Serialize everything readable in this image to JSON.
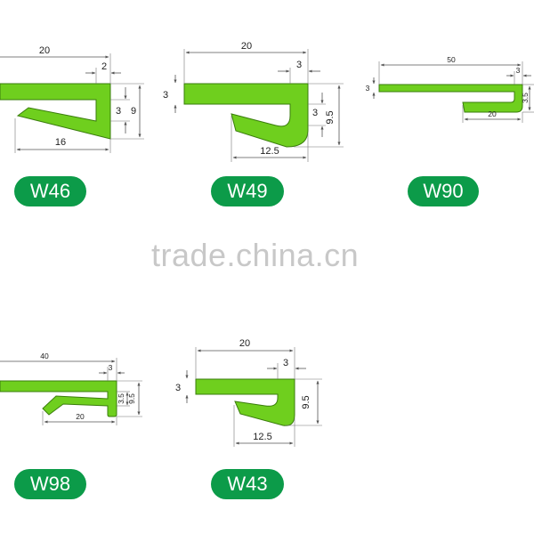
{
  "watermark": "trade.china.cn",
  "profiles": {
    "w46": {
      "label": "W46",
      "dims": {
        "length": "20",
        "thickness": "2",
        "gap": "3",
        "height": "9",
        "lip": "16"
      }
    },
    "w49": {
      "label": "W49",
      "dims": {
        "length": "20",
        "thickness_top": "3",
        "thickness_left": "3",
        "gap": "3",
        "height": "9.5",
        "lip": "12.5"
      }
    },
    "w90": {
      "label": "W90",
      "dims": {
        "length": "50",
        "thickness_top": "3",
        "thickness_left": "3",
        "height": "3.5",
        "lip": "20"
      }
    },
    "w98": {
      "label": "W98",
      "dims": {
        "length": "40",
        "thickness": "3",
        "gap": "3.5",
        "height": "9.5",
        "lip": "20"
      }
    },
    "w43": {
      "label": "W43",
      "dims": {
        "length": "20",
        "thickness_top": "3",
        "thickness_left": "3",
        "height": "9.5",
        "lip": "12.5"
      }
    }
  },
  "colors": {
    "profile": "#6fcf1e",
    "badge": "#0c9b49",
    "watermark": "#c8c8c8"
  }
}
